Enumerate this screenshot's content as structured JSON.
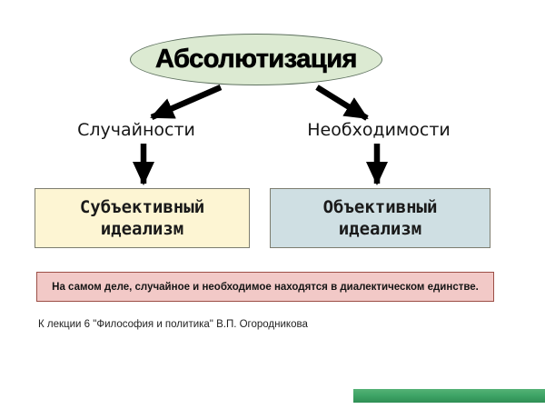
{
  "slide": {
    "title": {
      "text": "Абсолютизация",
      "fill": "#dcead2",
      "border": "#5f7260"
    },
    "branches": [
      {
        "label": "Случайности",
        "box": {
          "line1": "Субъективный",
          "line2": "идеализм",
          "fill": "#fdf5d3",
          "border": "#7d7d6f"
        }
      },
      {
        "label": "Необходимости",
        "box": {
          "line1": "Объективный",
          "line2": "идеализм",
          "fill": "#cfdfe3",
          "border": "#7d7d6f"
        }
      }
    ],
    "note": {
      "text": "На самом деле, случайное и необходимое находятся в диалектическом единстве.",
      "fill": "#f2c9c7",
      "border": "#9c4f47"
    },
    "caption": "К лекции 6 \"Философия и политика\" В.П. Огородникова",
    "arrow_color": "#000000",
    "footer_bar_color": "#3fa567",
    "background": "#ffffff"
  }
}
